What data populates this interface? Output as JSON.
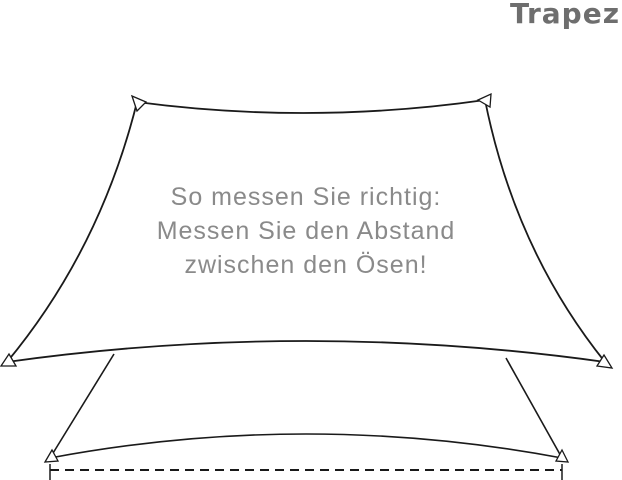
{
  "title": "Trapez",
  "instruction": {
    "line1": "So messen Sie richtig:",
    "line2": "Messen Sie den Abstand",
    "line3": "zwischen den Ösen!"
  },
  "colors": {
    "title": "#6e6e6e",
    "text": "#8a8a8a",
    "stroke": "#1a1a1a"
  }
}
